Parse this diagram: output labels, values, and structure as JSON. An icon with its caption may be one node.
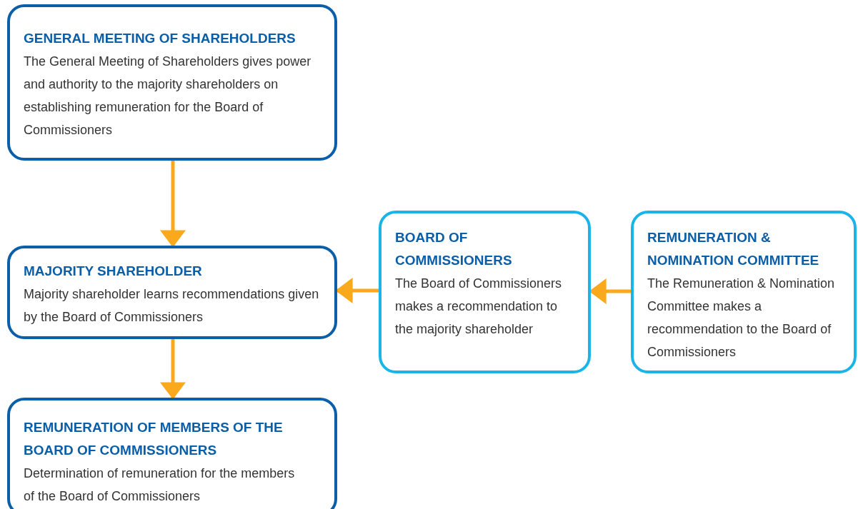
{
  "diagram": {
    "nodes": [
      {
        "text": [
          "GENERAL MEETING OF SHAREHOLDERS",
          "The General Meeting of Shareholders gives power and authority to the majority shareholders on establishing remuneration for the Board of Commissioners"
        ]
      },
      {
        "text": [
          "MAJORITY SHAREHOLDER",
          "Majority shareholder learns recommendations given by the Board of Commissioners"
        ]
      },
      {
        "text": [
          "REMUNERATION OF MEMBERS OF THE BOARD OF COMMISSIONERS",
          "Determination of remuneration for the members of the Board of Commissioners"
        ]
      },
      {
        "text": [
          "BOARD OF COMMISSIONERS",
          "The Board of Commissioners makes a recommendation to the majority shareholder"
        ]
      },
      {
        "text": [
          "REMUNERATION & NOMINATION COMMITTEE",
          "The Remuneration & Nomination Committee makes a recommendation to the Board of Commissioners"
        ]
      }
    ],
    "edges": [
      {
        "from": 0,
        "to": 1,
        "arrow": "to"
      },
      {
        "from": 1,
        "to": 2,
        "arrow": "to"
      },
      {
        "from": 3,
        "to": 1,
        "arrow": "to"
      },
      {
        "from": 4,
        "to": 3,
        "arrow": "to"
      }
    ]
  }
}
